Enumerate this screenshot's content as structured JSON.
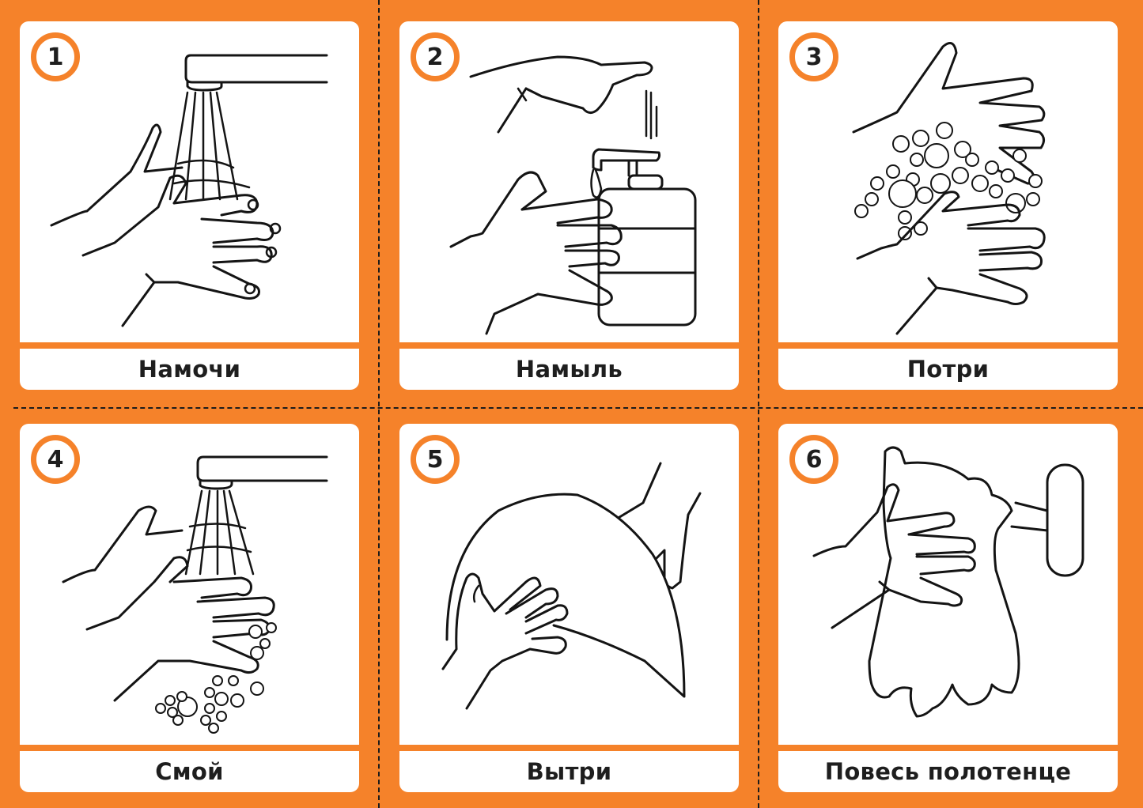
{
  "poster": {
    "background_color": "#F5822A",
    "card_color": "#FFFFFF",
    "text_color": "#1E1E1E",
    "steps": [
      {
        "number": "1",
        "label": "Намочи",
        "icon": "faucet-water-hands-icon"
      },
      {
        "number": "2",
        "label": "Намыль",
        "icon": "soap-dispenser-hands-icon"
      },
      {
        "number": "3",
        "label": "Потри",
        "icon": "rubbing-hands-foam-icon"
      },
      {
        "number": "4",
        "label": "Смой",
        "icon": "faucet-rinse-hands-icon"
      },
      {
        "number": "5",
        "label": "Вытри",
        "icon": "towel-drying-hands-icon"
      },
      {
        "number": "6",
        "label": "Повесь полотенце",
        "icon": "hanging-towel-hook-icon"
      }
    ]
  }
}
